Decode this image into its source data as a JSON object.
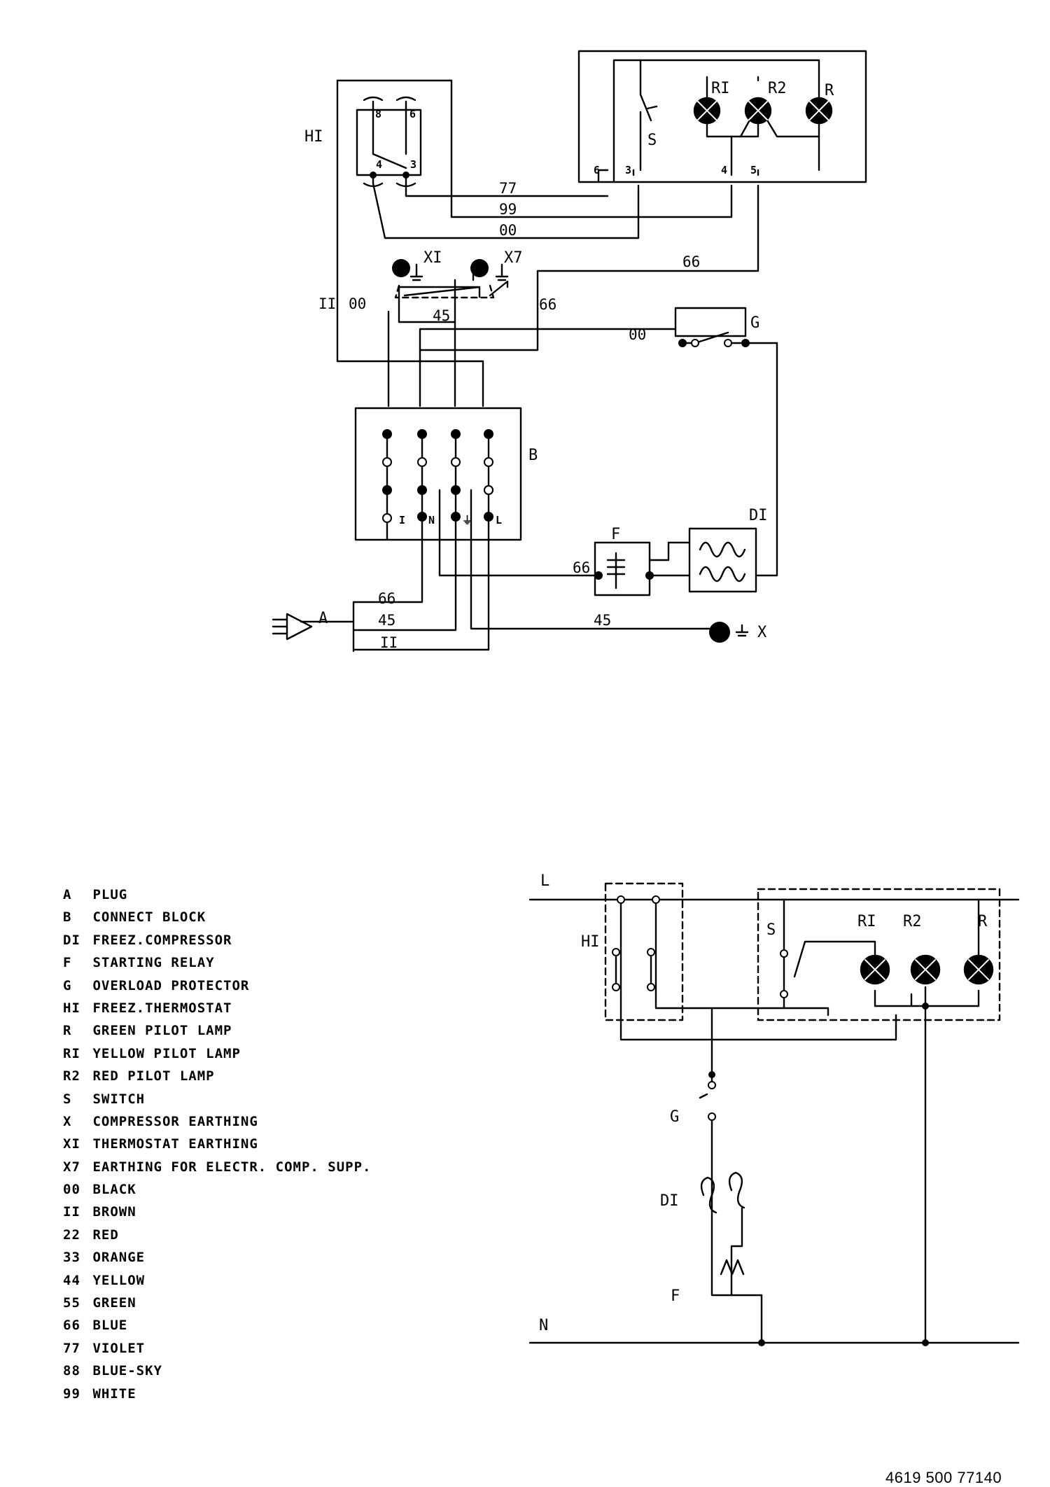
{
  "top_diagram": {
    "component_labels": {
      "thermostat": "HI",
      "switch": "S",
      "lamp_yellow": "RI",
      "lamp_red": "R2",
      "lamp_green": "R",
      "earth_x1": "XI",
      "earth_x7": "X7",
      "overload": "G",
      "connect_block": "B",
      "compressor": "DI",
      "relay": "F",
      "plug": "A",
      "earth_x": "X"
    },
    "thermostat_pins": [
      "8",
      "6",
      "4",
      "3"
    ],
    "lamp_panel_pins": [
      "6",
      "3",
      "4",
      "5"
    ],
    "block_terminals": [
      "I",
      "N",
      "⏚",
      "L"
    ],
    "wire_numbers": {
      "w77": "77",
      "w99": "99",
      "w00_top": "00",
      "w66_top": "66",
      "w11_left": "II",
      "w00_left": "00",
      "w45_mid": "45",
      "w66_mid": "66",
      "w00_g": "00",
      "w66_relay": "66",
      "w66_plug": "66",
      "w45_plug": "45",
      "w11_plug": "II",
      "w45_earth": "45"
    }
  },
  "schematic": {
    "labels": {
      "line": "L",
      "neutral": "N",
      "thermostat": "HI",
      "switch": "S",
      "lamp_yellow": "RI",
      "lamp_red": "R2",
      "lamp_green": "R",
      "overload": "G",
      "compressor": "DI",
      "relay": "F"
    }
  },
  "legend": [
    {
      "code": "A",
      "text": "PLUG"
    },
    {
      "code": "B",
      "text": "CONNECT BLOCK"
    },
    {
      "code": "DI",
      "text": "FREEZ.COMPRESSOR"
    },
    {
      "code": "F",
      "text": "STARTING RELAY"
    },
    {
      "code": "G",
      "text": "OVERLOAD PROTECTOR"
    },
    {
      "code": "HI",
      "text": "FREEZ.THERMOSTAT"
    },
    {
      "code": "R",
      "text": "GREEN PILOT LAMP"
    },
    {
      "code": "RI",
      "text": "YELLOW PILOT LAMP"
    },
    {
      "code": "R2",
      "text": "RED PILOT LAMP"
    },
    {
      "code": "S",
      "text": "SWITCH"
    },
    {
      "code": "X",
      "text": "COMPRESSOR EARTHING"
    },
    {
      "code": "XI",
      "text": "THERMOSTAT EARTHING"
    },
    {
      "code": "X7",
      "text": "EARTHING FOR ELECTR. COMP. SUPP."
    },
    {
      "code": "00",
      "text": "BLACK"
    },
    {
      "code": "II",
      "text": "BROWN"
    },
    {
      "code": "22",
      "text": "RED"
    },
    {
      "code": "33",
      "text": "ORANGE"
    },
    {
      "code": "44",
      "text": "YELLOW"
    },
    {
      "code": "55",
      "text": "GREEN"
    },
    {
      "code": "66",
      "text": "BLUE"
    },
    {
      "code": "77",
      "text": "VIOLET"
    },
    {
      "code": "88",
      "text": "BLUE-SKY"
    },
    {
      "code": "99",
      "text": "WHITE"
    }
  ],
  "doc_number": "4619 500 77140"
}
